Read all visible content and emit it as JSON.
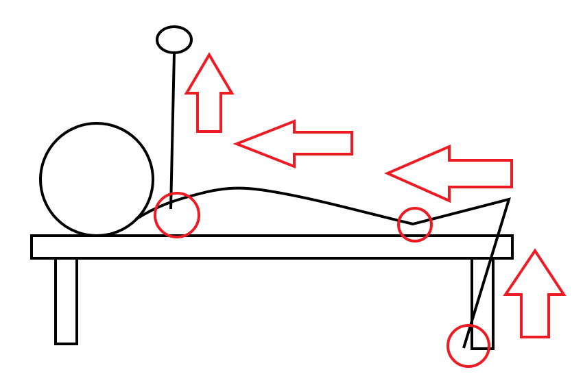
{
  "diagram": {
    "colors": {
      "figure": "#000000",
      "highlight": "#ed1c24",
      "background": "#ffffff"
    },
    "elements": {
      "table": "table",
      "ball": "ball",
      "pole": "pole-with-head",
      "body": "lying-body-line",
      "highlight_circles": [
        "joint-left",
        "joint-middle",
        "foot-right"
      ],
      "arrows": [
        "arrow-up-left",
        "arrow-left-top",
        "arrow-left-bottom",
        "arrow-up-right"
      ]
    }
  }
}
